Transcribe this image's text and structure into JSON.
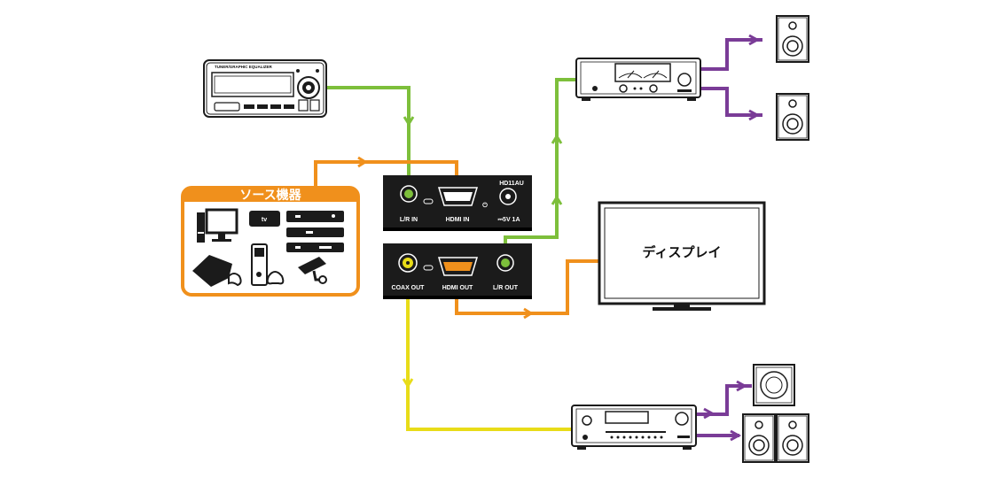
{
  "colors": {
    "green": "#7dbf3b",
    "orange": "#f0901c",
    "purple": "#7a3c97",
    "yellow": "#e8dc18",
    "device_dark": "#1b1b1b"
  },
  "icons": [
    "tuner-equalizer-icon",
    "amplifier-icon",
    "speaker-icon",
    "av-receiver-icon",
    "display-icon",
    "desktop-pc-icon",
    "apple-tv-icon",
    "blu-ray-player-icon",
    "game-console-icon",
    "security-camera-icon"
  ],
  "source_box": {
    "title": "ソース機器"
  },
  "tuner": {
    "label": "TUNER/GRAPHIC EQUALIZER"
  },
  "extractor": {
    "model": "HD11AU",
    "lr_in": "L/R IN",
    "hdmi_in": "HDMI IN",
    "power": "⎓5V 1A",
    "coax_out": "COAX OUT",
    "hdmi_out": "HDMI OUT",
    "lr_out": "L/R OUT"
  },
  "display": {
    "label": "ディスプレイ"
  }
}
